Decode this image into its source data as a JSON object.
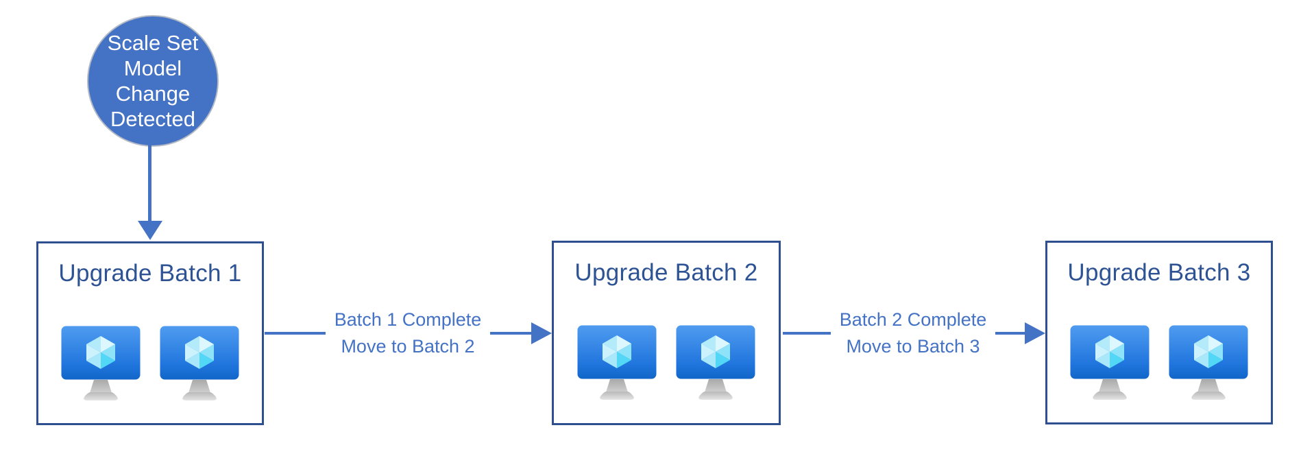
{
  "diagram": {
    "start_event": {
      "label": "Scale Set\nModel\nChange\nDetected"
    },
    "batches": [
      {
        "title": "Upgrade Batch 1",
        "vm_count": 2
      },
      {
        "title": "Upgrade Batch 2",
        "vm_count": 2
      },
      {
        "title": "Upgrade Batch 3",
        "vm_count": 2
      }
    ],
    "transitions": [
      {
        "lines": [
          "Batch 1 Complete",
          "Move to Batch 2"
        ]
      },
      {
        "lines": [
          "Batch 2 Complete",
          "Move to Batch 3"
        ]
      }
    ],
    "icons": {
      "vm": "azure-virtual-machine-icon"
    },
    "colors": {
      "accent": "#4472C4",
      "box_border": "#2E4F8F",
      "title_text": "#2E5394",
      "label_text": "#4472C4",
      "circle_fill": "#4472C4",
      "circle_text": "#FFFFFF"
    }
  }
}
